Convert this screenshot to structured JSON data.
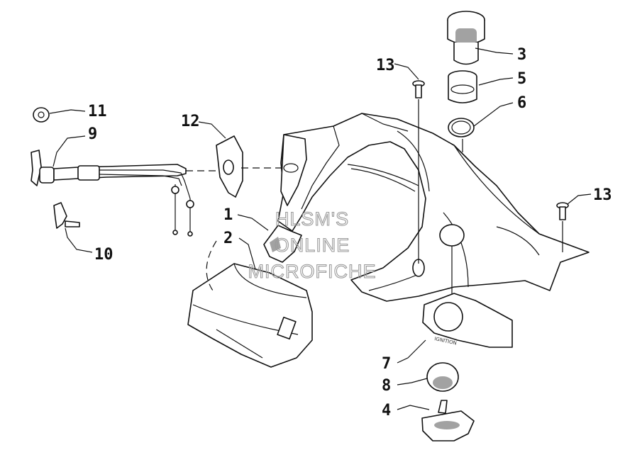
{
  "watermark": {
    "line1": "HLSM'S",
    "line2": "ONLINE",
    "line3": "MICROFICHE"
  },
  "stamps": {
    "ignition": "IGNITION"
  },
  "callouts": [
    {
      "id": "1",
      "label": "1"
    },
    {
      "id": "2",
      "label": "2"
    },
    {
      "id": "3",
      "label": "3"
    },
    {
      "id": "4",
      "label": "4"
    },
    {
      "id": "5",
      "label": "5"
    },
    {
      "id": "6",
      "label": "6"
    },
    {
      "id": "7",
      "label": "7"
    },
    {
      "id": "8",
      "label": "8"
    },
    {
      "id": "9",
      "label": "9"
    },
    {
      "id": "10",
      "label": "10"
    },
    {
      "id": "11",
      "label": "11"
    },
    {
      "id": "12",
      "label": "12"
    },
    {
      "id": "13a",
      "label": "13"
    },
    {
      "id": "13b",
      "label": "13"
    }
  ],
  "colors": {
    "line": "#111111",
    "watermark": "#9a9a9a",
    "background": "#ffffff"
  }
}
